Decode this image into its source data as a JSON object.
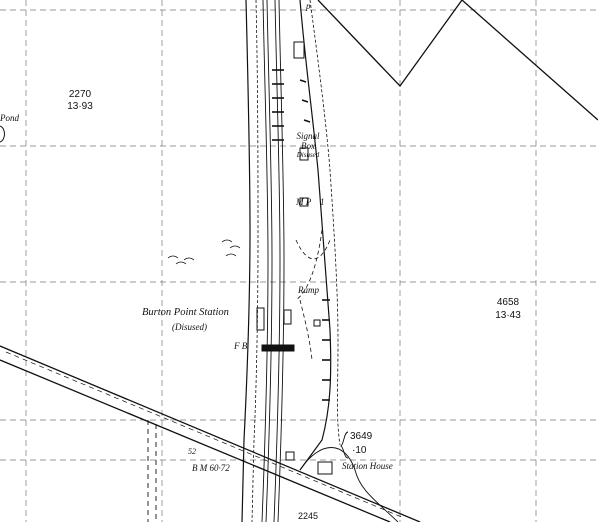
{
  "map": {
    "colors": {
      "ink": "#111111",
      "grid": "#777777",
      "paper": "#ffffff"
    },
    "labels": {
      "parcel_2270": {
        "id": "2270",
        "area": "13·93"
      },
      "pond": "Pond",
      "signal_box": {
        "line1": "Signal",
        "line2": "Box",
        "line3": "Disused"
      },
      "milepost": "M P",
      "milepost_num": "1",
      "ramp": "Ramp",
      "station_name": "Burton Point Station",
      "station_disused": "(Disused)",
      "footbridge": "F B",
      "parcel_4658": {
        "id": "4658",
        "area": "13·43"
      },
      "parcel_3649": {
        "id": "3649",
        "area": "·10"
      },
      "station_house": "Station House",
      "spot_height": "52",
      "bench_mark": "B M 60·72",
      "parcel_bottom": "2245",
      "boundary_mark_p": "p"
    }
  }
}
